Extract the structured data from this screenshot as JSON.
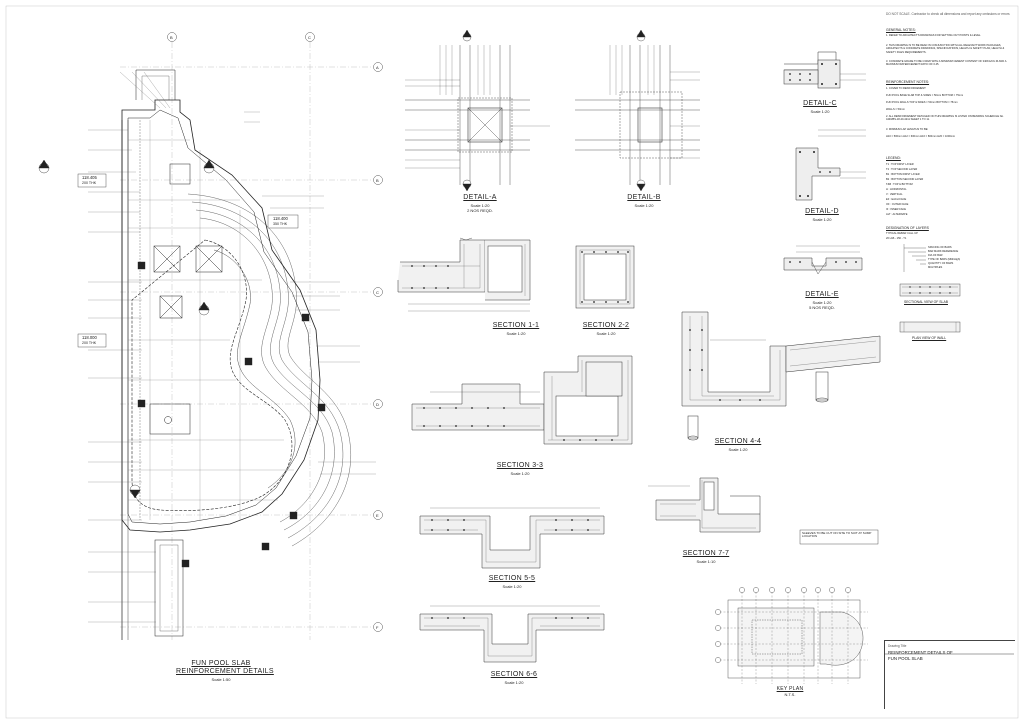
{
  "header": {
    "disclaimer": "DO NOT SCALE. Contractor to check all dimensions and report any omissions or errors"
  },
  "grid_labels": {
    "columns": [
      "B",
      "C"
    ],
    "rows": [
      "A",
      "B",
      "C",
      "D",
      "E",
      "F"
    ]
  },
  "plan": {
    "title_line1": "FUN POOL SLAB",
    "title_line2": "REINFORCEMENT DETAILS",
    "scale": "Scale 1:50",
    "levels": [
      {
        "value": "118.405",
        "thk": "200 THK"
      },
      {
        "value": "118.400",
        "thk": "350 THK"
      },
      {
        "value": "118.000",
        "thk": "200 THK"
      }
    ]
  },
  "details": [
    {
      "id": "detail-a",
      "title": "DETAIL-A",
      "scale": "Scale 1:20",
      "note": "2 NOS REQD."
    },
    {
      "id": "detail-b",
      "title": "DETAIL-B",
      "scale": "Scale 1:20",
      "note": ""
    },
    {
      "id": "detail-c",
      "title": "DETAIL-C",
      "scale": "Scale 1:20",
      "note": ""
    },
    {
      "id": "detail-d",
      "title": "DETAIL-D",
      "scale": "Scale 1:20",
      "note": ""
    },
    {
      "id": "detail-e",
      "title": "DETAIL-E",
      "scale": "Scale 1:20",
      "note": "5 NOS REQD."
    }
  ],
  "sections": [
    {
      "id": "section-1",
      "title": "SECTION 1-1",
      "scale": "Scale 1:20"
    },
    {
      "id": "section-2",
      "title": "SECTION 2-2",
      "scale": "Scale 1:20"
    },
    {
      "id": "section-3",
      "title": "SECTION 3-3",
      "scale": "Scale 1:20"
    },
    {
      "id": "section-4",
      "title": "SECTION 4-4",
      "scale": "Scale 1:20"
    },
    {
      "id": "section-5",
      "title": "SECTION 5-5",
      "scale": "Scale 1:20"
    },
    {
      "id": "section-6",
      "title": "SECTION 6-6",
      "scale": "Scale 1:20"
    },
    {
      "id": "section-7",
      "title": "SECTION 7-7",
      "scale": "Scale 1:10"
    }
  ],
  "section_note": "SLEEVES TO BE CUT ON SITE TO SUIT AT SUMP LOCATION",
  "notes_panel": {
    "general_heading": "GENERAL NOTES:",
    "general": [
      "1.  REFER TO ARCHITECT'S DRAWINGS FOR SETTING OUT POINTS & LEVEL.",
      "2.  THIS DRAWING IS TO BE READ IN CONJUNCTION WITH ALL RELEVANT WORK PACKAGES, ARCHITECTS & CONCRETE DRAWINGS, SPECIFICATIONS, HEALTH & SAFETY PLAN, HEALTH & SAFETY FILES REQUIREMENTS.",
      "3.  CONCRETE GRADE TO BE C30/20 WITH A MINIMUM CEMENT CONTENT OF 340KG/CU.M AND A MAXIMUM WATER/CEMENT RATIO OF 0.45."
    ],
    "reinf_heading": "REINFORCEMENT NOTES:",
    "reinf": [
      "1.  COVER TO REINFORCEMENT:",
      "    FUN POOL BASE SLAB  TOP & SIDES = 50mm   BOTTOM = 75mm",
      "    FUN POOL WALLS  TOP & SIDES = 50mm   BOTTOM = 75mm",
      "    WALLS = 50mm",
      "2.  ALL REINFORCEMENT DETAILED ON THIS DRAWING IS LISTED ON BENDING SCHEDULE No. 4446/BS-18-20-4211 SHEET 1 TO 11.",
      "3.  MINIMUM LAP LENGTHS TO BE:",
      "    H10 = 500mm   H12 = 600mm   H16 = 800mm   H20 = 1000mm"
    ],
    "legend_heading": "LEGEND:",
    "legend": [
      "T1  :  TOP FIRST LAYER",
      "T2  :  TOP SECOND LAYER",
      "B1  :  BOTTOM FIRST LAYER",
      "B2  :  BOTTOM SECOND LAYER",
      "T&B  :  TOP & BOTTOM",
      "H  :  HORIZONTAL",
      "V  :  VERTICAL",
      "EF  :  EACH FACE",
      "OF  :  OUTER FACE",
      "IF  :  INNER FACE",
      "ALT  :  ALTERNATE"
    ],
    "designation_heading": "DESIGNATION OF LAYERS",
    "designation_sub": "TYPICAL REBAR CALL UP",
    "designation_example": "20 H16 - 150 - T1",
    "designation_items": [
      "SPACING OF BARS",
      "BAR MARK REFERENCE",
      "DIA OF BAR",
      "TYPE OF BARS (Mild/High)",
      "QUANTITY OF BARS",
      "MULTIPLES"
    ],
    "sectional_view": "SECTIONAL VIEW OF SLAB",
    "plan_view": "PLAN VIEW OF WALL"
  },
  "key_plan": {
    "title": "KEY PLAN",
    "scale": "N.T.S."
  },
  "title_block": {
    "label": "Drawing Title",
    "line1": "REINFORCEMENT DETAILS OF",
    "line2": "FUN POOL SLAB"
  }
}
